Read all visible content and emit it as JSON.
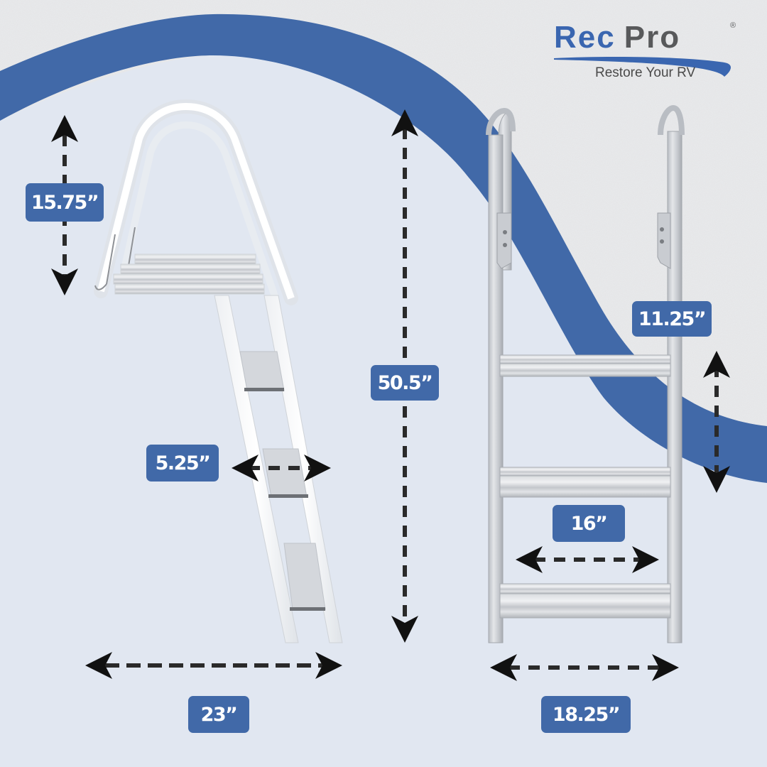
{
  "brand": {
    "name_part1": "Rec",
    "name_part2": "Pro",
    "registered_mark": "®",
    "tagline": "Restore Your RV",
    "colors": {
      "blue": "#3a66b0",
      "gray": "#58595b"
    }
  },
  "colors": {
    "background_texture": "#e9eaec",
    "panel": "#e1e7f1",
    "swoosh": "#4169a8",
    "label_bg": "#4169a8",
    "label_text": "#ffffff",
    "arrow": "#111111",
    "dash": "#2a2a2a"
  },
  "products": [
    {
      "name": "pontoon-ladder-side-view",
      "view": "side"
    },
    {
      "name": "pontoon-ladder-front-view",
      "view": "front"
    }
  ],
  "dimensions": {
    "handrail_height": "15.75”",
    "total_height": "50.5”",
    "step_depth": "5.25”",
    "side_depth": "23”",
    "step_spacing": "11.25”",
    "step_width": "16”",
    "overall_width": "18.25”"
  }
}
